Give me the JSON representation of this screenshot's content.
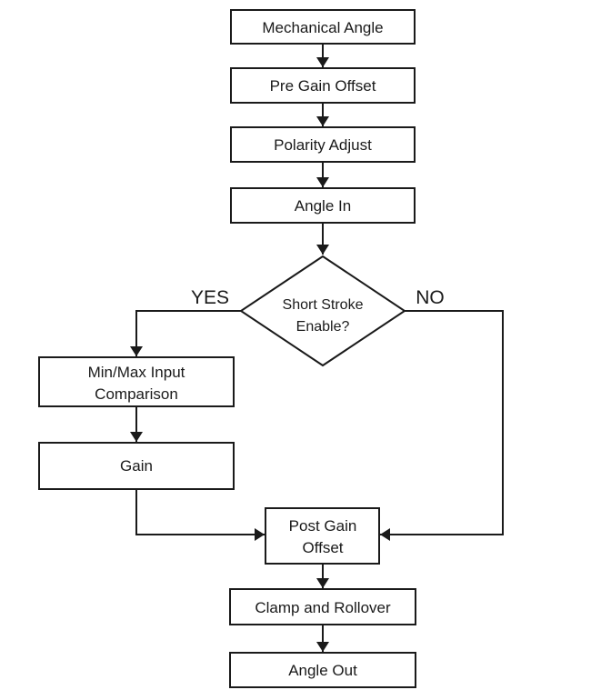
{
  "flowchart": {
    "colors": {
      "line": "#1a1a1a",
      "text": "#1a1a1a",
      "node_fill": "#ffffff",
      "background": "#ffffff"
    },
    "nodes": {
      "mechanical_angle": {
        "label": "Mechanical Angle",
        "shape": "rect"
      },
      "pre_gain_offset": {
        "label": "Pre Gain Offset",
        "shape": "rect"
      },
      "polarity_adjust": {
        "label": "Polarity Adjust",
        "shape": "rect"
      },
      "angle_in": {
        "label": "Angle In",
        "shape": "rect"
      },
      "short_stroke_enable": {
        "label": "Short Stroke Enable?",
        "lines": [
          "Short Stroke",
          "Enable?"
        ],
        "shape": "diamond"
      },
      "minmax_input_comparison": {
        "label": "Min/Max Input Comparison",
        "lines": [
          "Min/Max Input",
          "Comparison"
        ],
        "shape": "rect"
      },
      "gain": {
        "label": "Gain",
        "shape": "rect"
      },
      "post_gain_offset": {
        "label": "Post Gain Offset",
        "lines": [
          "Post Gain",
          "Offset"
        ],
        "shape": "rect"
      },
      "clamp_and_rollover": {
        "label": "Clamp and Rollover",
        "shape": "rect"
      },
      "angle_out": {
        "label": "Angle Out",
        "shape": "rect"
      }
    },
    "flow": [
      {
        "from": "mechanical_angle",
        "to": "pre_gain_offset"
      },
      {
        "from": "pre_gain_offset",
        "to": "polarity_adjust"
      },
      {
        "from": "polarity_adjust",
        "to": "angle_in"
      },
      {
        "from": "angle_in",
        "to": "short_stroke_enable"
      },
      {
        "from": "short_stroke_enable",
        "to": "minmax_input_comparison",
        "label": "YES"
      },
      {
        "from": "minmax_input_comparison",
        "to": "gain"
      },
      {
        "from": "gain",
        "to": "post_gain_offset"
      },
      {
        "from": "short_stroke_enable",
        "to": "post_gain_offset",
        "label": "NO"
      },
      {
        "from": "post_gain_offset",
        "to": "clamp_and_rollover"
      },
      {
        "from": "clamp_and_rollover",
        "to": "angle_out"
      }
    ]
  }
}
